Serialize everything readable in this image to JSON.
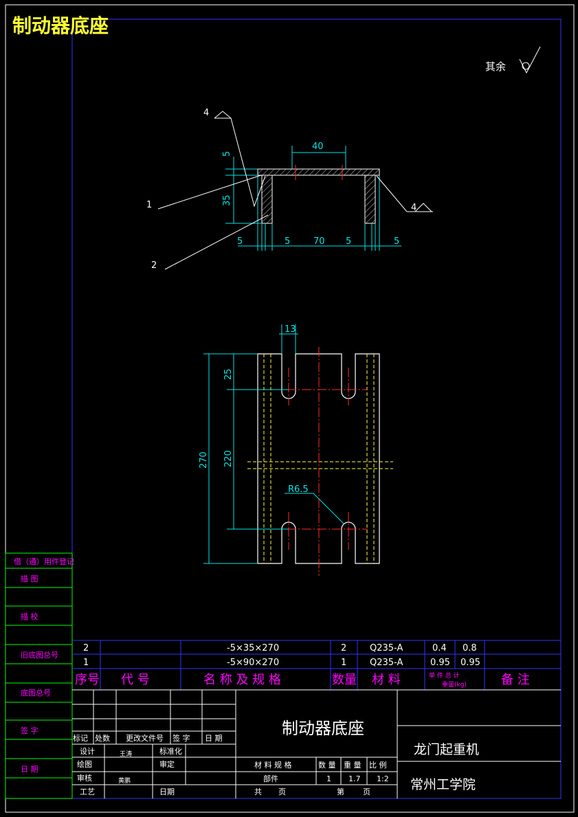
{
  "drawing_title": "制动器底座",
  "surface_note": "其余",
  "front_view": {
    "dims": {
      "top_width": "40",
      "plate_thk": "5",
      "height": "35",
      "gap1": "5",
      "gap2": "5",
      "middle": "70",
      "gap3": "5",
      "gap4": "5"
    },
    "balloons": [
      "1",
      "2",
      "4",
      "4"
    ]
  },
  "plan_view": {
    "dims": {
      "slot_width": "13",
      "edge": "25",
      "pitch": "220",
      "overall": "270",
      "radius": "R6.5"
    }
  },
  "side_stamps": [
    "借（通）用件登记",
    "描 图",
    "描 校",
    "旧底图总号",
    "底图总号",
    "签 字",
    "日 期"
  ],
  "bom": {
    "rows": [
      {
        "seq": "2",
        "code": "",
        "name": "-5×35×270",
        "qty": "2",
        "material": "Q235-A",
        "unit_wt": "0.4",
        "total_wt": "0.8",
        "note": ""
      },
      {
        "seq": "1",
        "code": "",
        "name": "-5×90×270",
        "qty": "1",
        "material": "Q235-A",
        "unit_wt": "0.95",
        "total_wt": "0.95",
        "note": ""
      }
    ],
    "header": {
      "seq": "序号",
      "code": "代 号",
      "name": "名 称 及 规 格",
      "qty": "数量",
      "material": "材 料",
      "wt_top": "单 件 总 计",
      "wt_bottom": "重量(kg)",
      "note": "备 注"
    }
  },
  "title_block": {
    "part_name": "制动器底座",
    "product": "龙门起重机",
    "org": "常州工学院",
    "rev_header": [
      "标记",
      "处数",
      "更改文件号",
      "签 字",
      "日 期"
    ],
    "roles": {
      "design": "设计",
      "designer": "王涛",
      "standard": "标准化",
      "drawing": "绘图",
      "review": "审定",
      "check": "审核",
      "checker": "黄鹏",
      "process": "工艺",
      "date": "日期"
    },
    "material_header": [
      "材 料 规 格",
      "数 量",
      "重 量",
      "比 例"
    ],
    "material_values": [
      "部件",
      "1",
      "1.7",
      "1:2"
    ],
    "sheets": [
      "共",
      "页",
      "第",
      "页"
    ]
  }
}
